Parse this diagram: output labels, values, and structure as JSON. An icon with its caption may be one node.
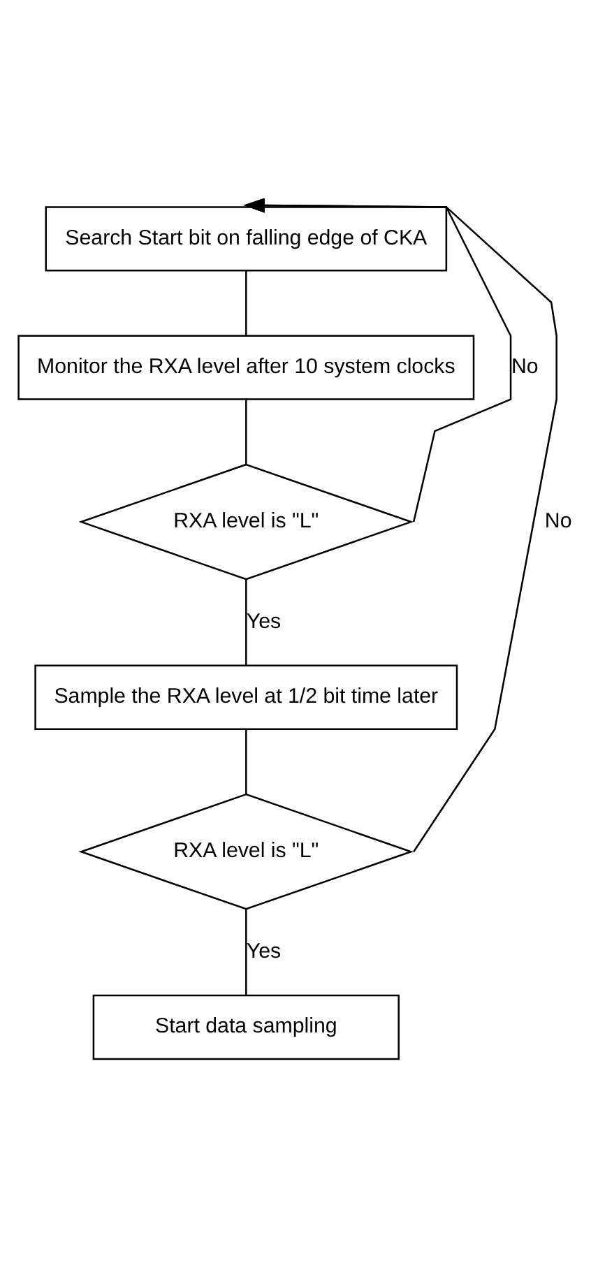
{
  "diagram": {
    "nodes": [
      {
        "text": [
          "Search Start bit on falling edge of CKA"
        ]
      },
      {
        "text": [
          "Monitor the RXA level after 10 system clocks"
        ]
      },
      {
        "text": [
          "RXA level is \"L\""
        ]
      },
      {
        "text": [
          "Sample the RXA level at 1/2 bit time later"
        ]
      },
      {
        "text": [
          "RXA level is \"L\""
        ]
      },
      {
        "text": [
          "Start data sampling"
        ]
      }
    ],
    "edges": [
      {
        "from": 0,
        "to": 1,
        "arrow": "none"
      },
      {
        "from": 1,
        "to": 2,
        "arrow": "none"
      },
      {
        "from": 2,
        "to": 3,
        "arrow": "none",
        "label": "Yes"
      },
      {
        "from": 3,
        "to": 4,
        "arrow": "none"
      },
      {
        "from": 4,
        "to": 5,
        "arrow": "none",
        "label": "Yes"
      },
      {
        "from": 2,
        "to": 0,
        "arrow": "to",
        "label": "No"
      },
      {
        "from": 4,
        "to": 0,
        "arrow": "to",
        "label": "No"
      }
    ]
  }
}
